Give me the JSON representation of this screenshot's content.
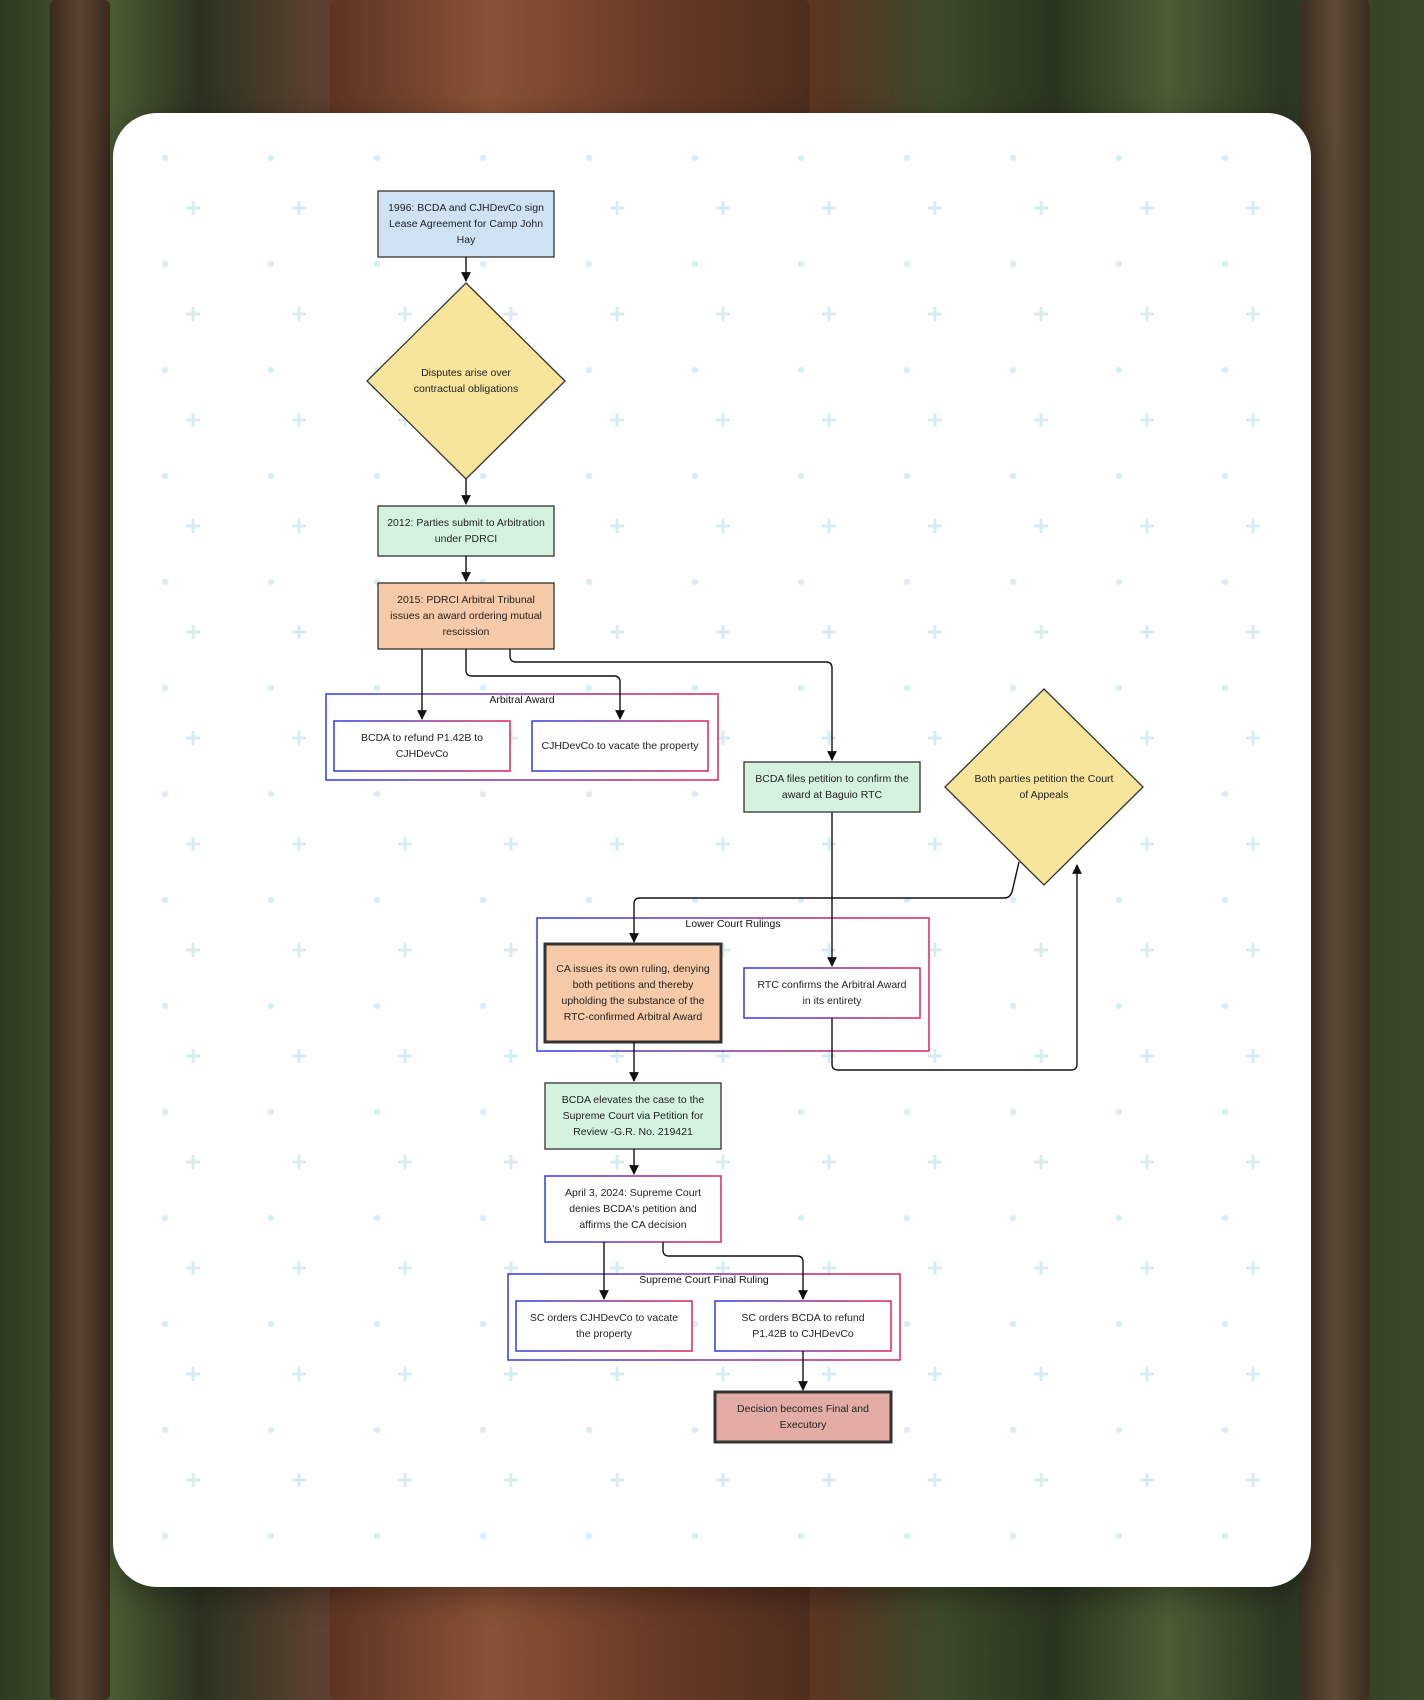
{
  "diagram": {
    "nodes": {
      "lease": "1996: BCDA and CJHDevCo sign Lease Agreement for Camp John Hay",
      "disputes": "Disputes arise over contractual obligations",
      "arbitration": "2012: Parties submit to Arbitration under PDRCI",
      "award2015": "2015: PDRCI Arbitral Tribunal issues an award ordering mutual rescission",
      "bcda_refund": "BCDA to refund P1.42B to CJHDevCo",
      "cjh_vacate": "CJHDevCo to vacate the property",
      "bcda_petition": "BCDA files petition to confirm the award at Baguio RTC",
      "both_petition": "Both parties petition the Court of Appeals",
      "ca_ruling": "CA issues its own ruling, denying both petitions and thereby upholding the substance of the RTC-confirmed Arbitral Award",
      "rtc_confirms": "RTC confirms the Arbitral Award in its entirety",
      "sc_elevate": "BCDA elevates the case to the Supreme Court via Petition for Review -G.R. No. 219421",
      "sc_denies": "April 3, 2024: Supreme Court denies BCDA's petition and affirms the CA decision",
      "sc_vacate": "SC orders CJHDevCo to vacate the property",
      "sc_refund": "SC orders BCDA to refund P1.42B to CJHDevCo",
      "final": "Decision becomes Final and Executory"
    },
    "groups": {
      "arbitral_award": "Arbitral Award",
      "lower_court": "Lower Court Rulings",
      "sc_final": "Supreme Court Final Ruling"
    },
    "colors": {
      "blue_fill": "#cfe2f3",
      "yellow_fill": "#f8e59c",
      "green_fill": "#d4f2de",
      "orange_fill": "#f6c9a8",
      "red_fill": "#e3aca6",
      "group_blue": "#2d3fe0",
      "group_pink": "#e0245e"
    }
  }
}
